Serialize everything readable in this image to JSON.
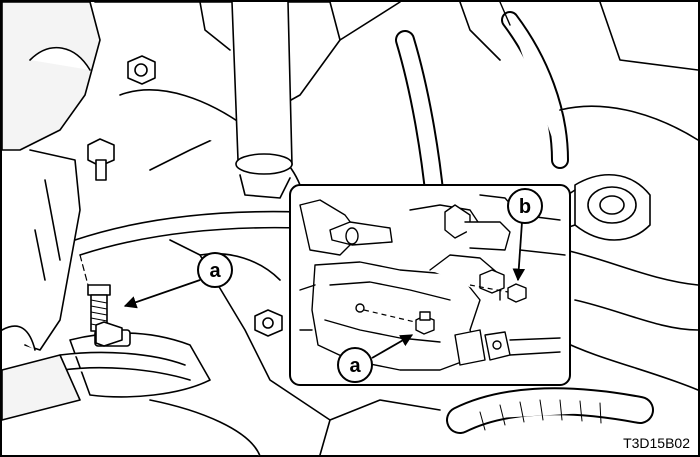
{
  "callouts": {
    "main_a": "a",
    "inset_a": "a",
    "inset_b": "b"
  },
  "figure_code": "T3D15B02",
  "colors": {
    "line": "#000000",
    "paper": "#ffffff",
    "shade": "#d9d9d9"
  }
}
